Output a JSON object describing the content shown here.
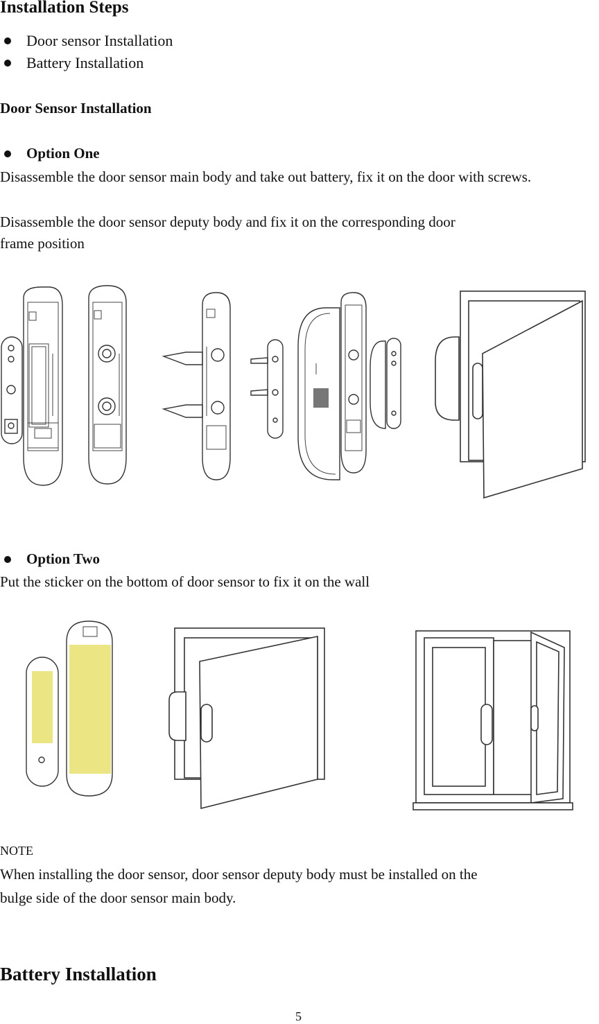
{
  "title": "Installation Steps",
  "bullets": [
    "Door sensor Installation",
    "Battery Installation"
  ],
  "door_section": {
    "heading": "Door Sensor Installation",
    "option_one": {
      "heading": "Option One",
      "para1": "Disassemble the door sensor main body and take out battery, fix it on the door with screws.",
      "para2_line1": "Disassemble the door sensor deputy body and fix it on the corresponding door",
      "para2_line2": "frame position"
    },
    "option_two": {
      "heading": "Option Two",
      "para": "Put the sticker on the bottom of door sensor to fix it on the wall"
    }
  },
  "note": {
    "label": "NOTE",
    "line1": "When installing the door sensor, door sensor deputy body must be installed on the",
    "line2": "bulge side of the door sensor main body."
  },
  "battery_heading": "Battery Installation",
  "page_number": "5",
  "colors": {
    "sticker": "#ece584",
    "line": "#333333"
  }
}
